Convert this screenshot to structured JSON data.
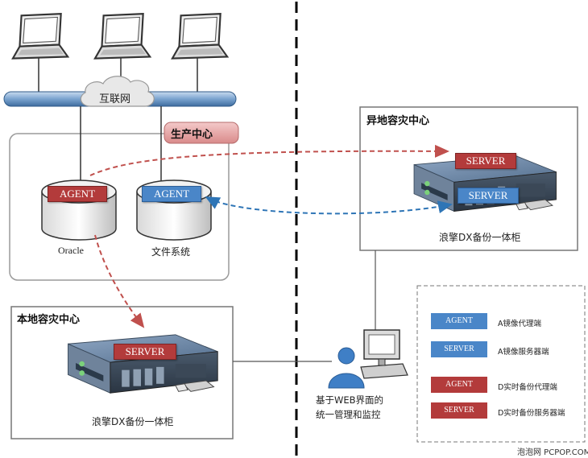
{
  "network": {
    "label": "互联网"
  },
  "production_center": {
    "title": "生产中心",
    "db_oracle": {
      "agent": "AGENT",
      "label": "Oracle"
    },
    "db_fs": {
      "agent": "AGENT",
      "label": "文件系统"
    }
  },
  "remote_center": {
    "title": "异地容灾中心",
    "server_top": "SERVER",
    "server_bottom": "SERVER",
    "caption": "浪擎DX备份一体柜"
  },
  "local_center": {
    "title": "本地容灾中心",
    "server": "SERVER",
    "caption": "浪擎DX备份一体柜"
  },
  "admin": {
    "line1": "基于WEB界面的",
    "line2": "统一管理和监控"
  },
  "legend": [
    {
      "tag": "AGENT",
      "text": "A镜像代理端",
      "color": "blue"
    },
    {
      "tag": "SERVER",
      "text": "A镜像服务器端",
      "color": "blue"
    },
    {
      "tag": "AGENT",
      "text": "D实时备份代理端",
      "color": "red"
    },
    {
      "tag": "SERVER",
      "text": "D实时备份服务器端",
      "color": "red"
    }
  ],
  "watermark": "泡泡网 PCPOP.COM",
  "colors": {
    "agent_red": "#b33b3b",
    "agent_blue": "#4a86c8",
    "red_arrow": "#c0504d",
    "blue_arrow": "#2e75b6"
  }
}
